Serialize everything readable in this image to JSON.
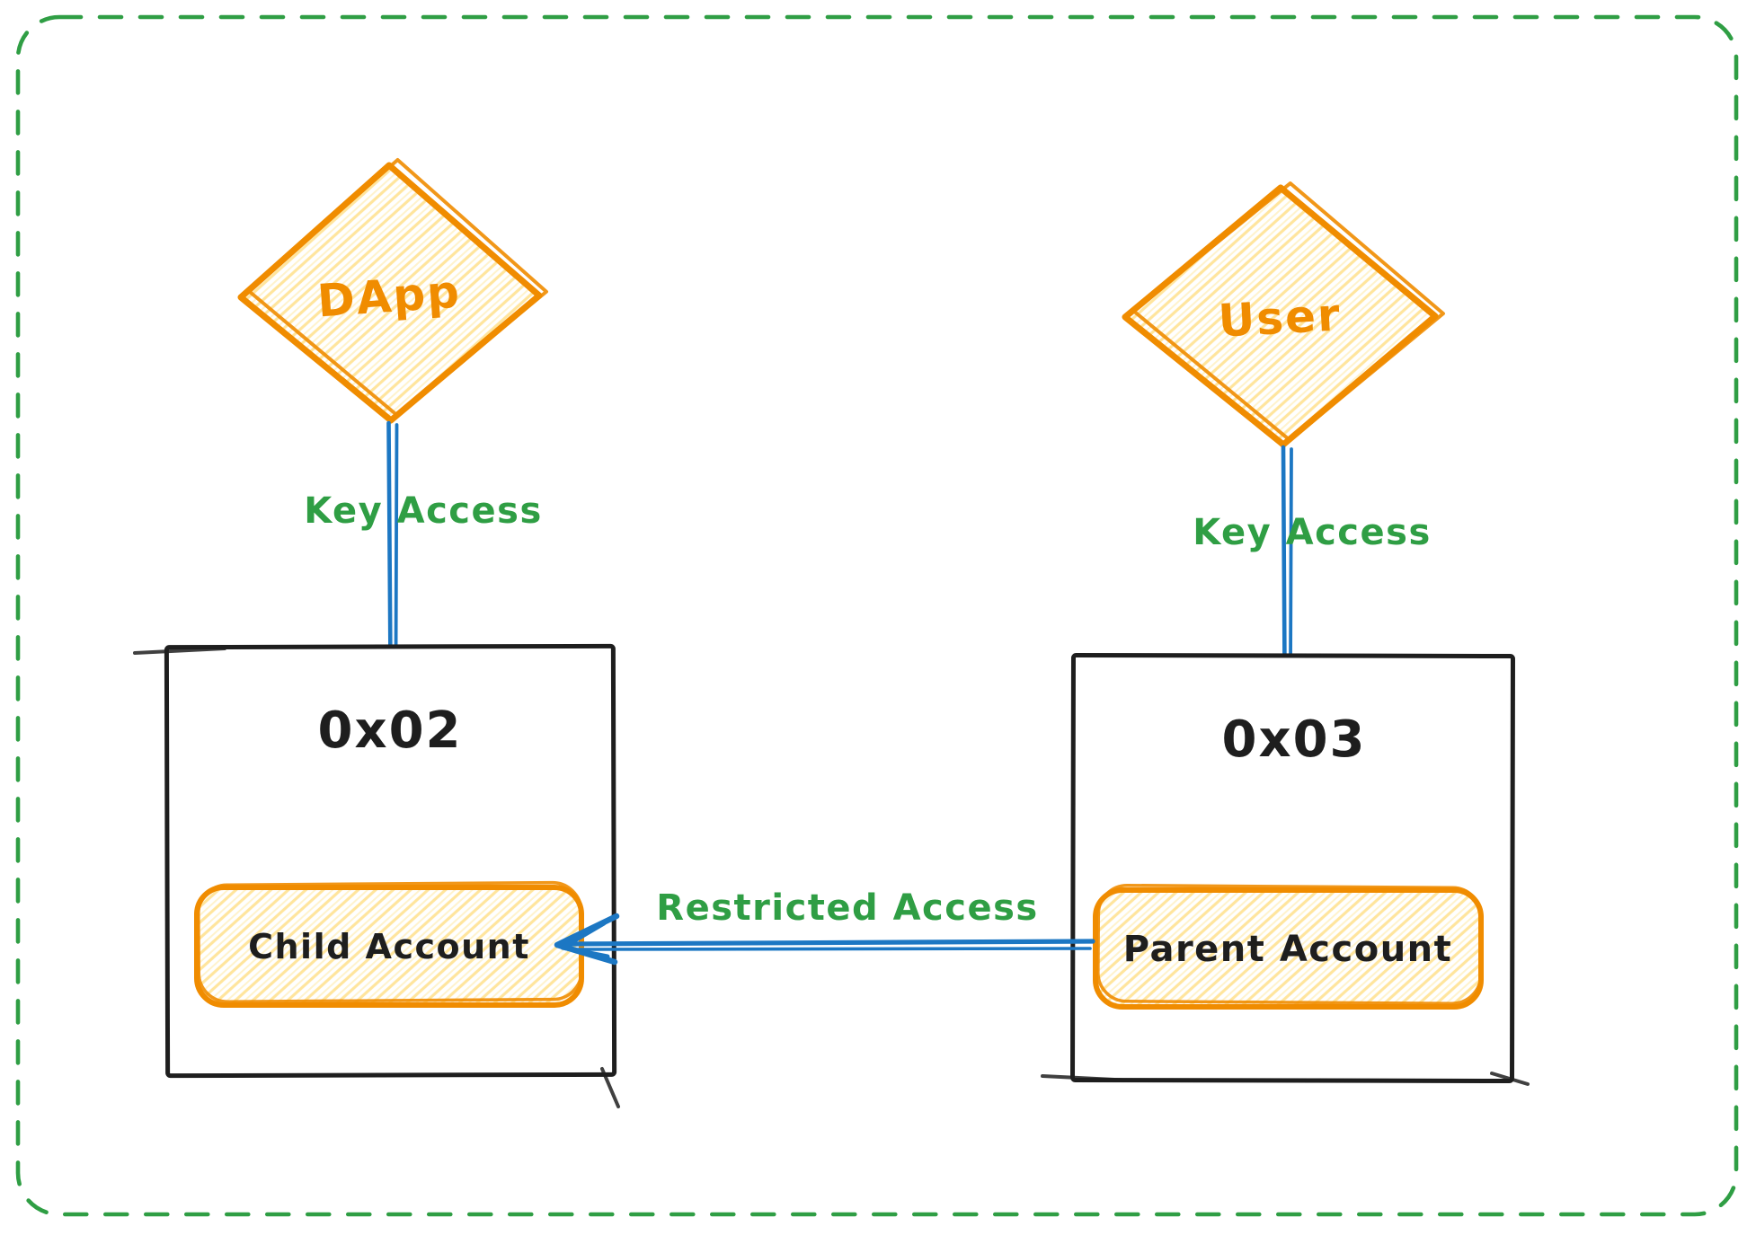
{
  "canvas": {
    "background": "#ffffff"
  },
  "colors": {
    "boundary_green": "#2f9e44",
    "label_green": "#2f9e44",
    "shape_orange": "#f08c00",
    "hatch_yellow": "#ffe59d",
    "edge_blue": "#1c77c3",
    "stroke_black": "#1e1e1e"
  },
  "nodes": {
    "dapp": {
      "label": "DApp",
      "shape": "diamond"
    },
    "user": {
      "label": "User",
      "shape": "diamond"
    },
    "wallet_0x02": {
      "label": "0x02",
      "shape": "rectangle"
    },
    "wallet_0x03": {
      "label": "0x03",
      "shape": "rectangle"
    },
    "child_account": {
      "label": "Child Account",
      "shape": "rounded-rectangle"
    },
    "parent_account": {
      "label": "Parent Account",
      "shape": "rounded-rectangle"
    }
  },
  "edges": {
    "dapp_to_0x02": {
      "label": "Key Access",
      "from": "DApp",
      "to": "0x02"
    },
    "user_to_0x03": {
      "label": "Key Access",
      "from": "User",
      "to": "0x03"
    },
    "parent_to_child": {
      "label": "Restricted Access",
      "from": "Parent Account",
      "to": "Child Account"
    }
  }
}
